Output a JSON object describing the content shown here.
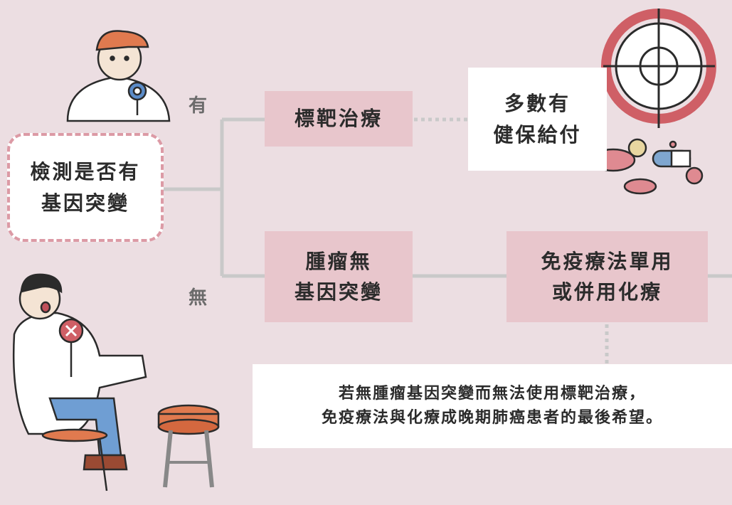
{
  "start": {
    "text": "檢測是否有\n基因突變"
  },
  "branches": {
    "yes": "有",
    "no": "無"
  },
  "targeted": {
    "text": "標靶治療"
  },
  "insurance": {
    "text": "多數有\n健保給付"
  },
  "no_mutation": {
    "text": "腫瘤無\n基因突變"
  },
  "immuno": {
    "text": "免疫療法單用\n或併用化療"
  },
  "note": {
    "text": "若無腫瘤基因突變而無法使用標靶治療，\n免疫療法與化療成晚期肺癌患者的最後希望。"
  },
  "colors": {
    "background": "#ecdee2",
    "node_pink": "#e8c6cc",
    "start_border": "#dc9aa5",
    "connector": "#c9c9c9",
    "target_red": "#cf5f66"
  },
  "illustrations": [
    "doctor-with-magnifier",
    "doctor-sitting-with-x-sign",
    "stool",
    "target",
    "pills"
  ]
}
